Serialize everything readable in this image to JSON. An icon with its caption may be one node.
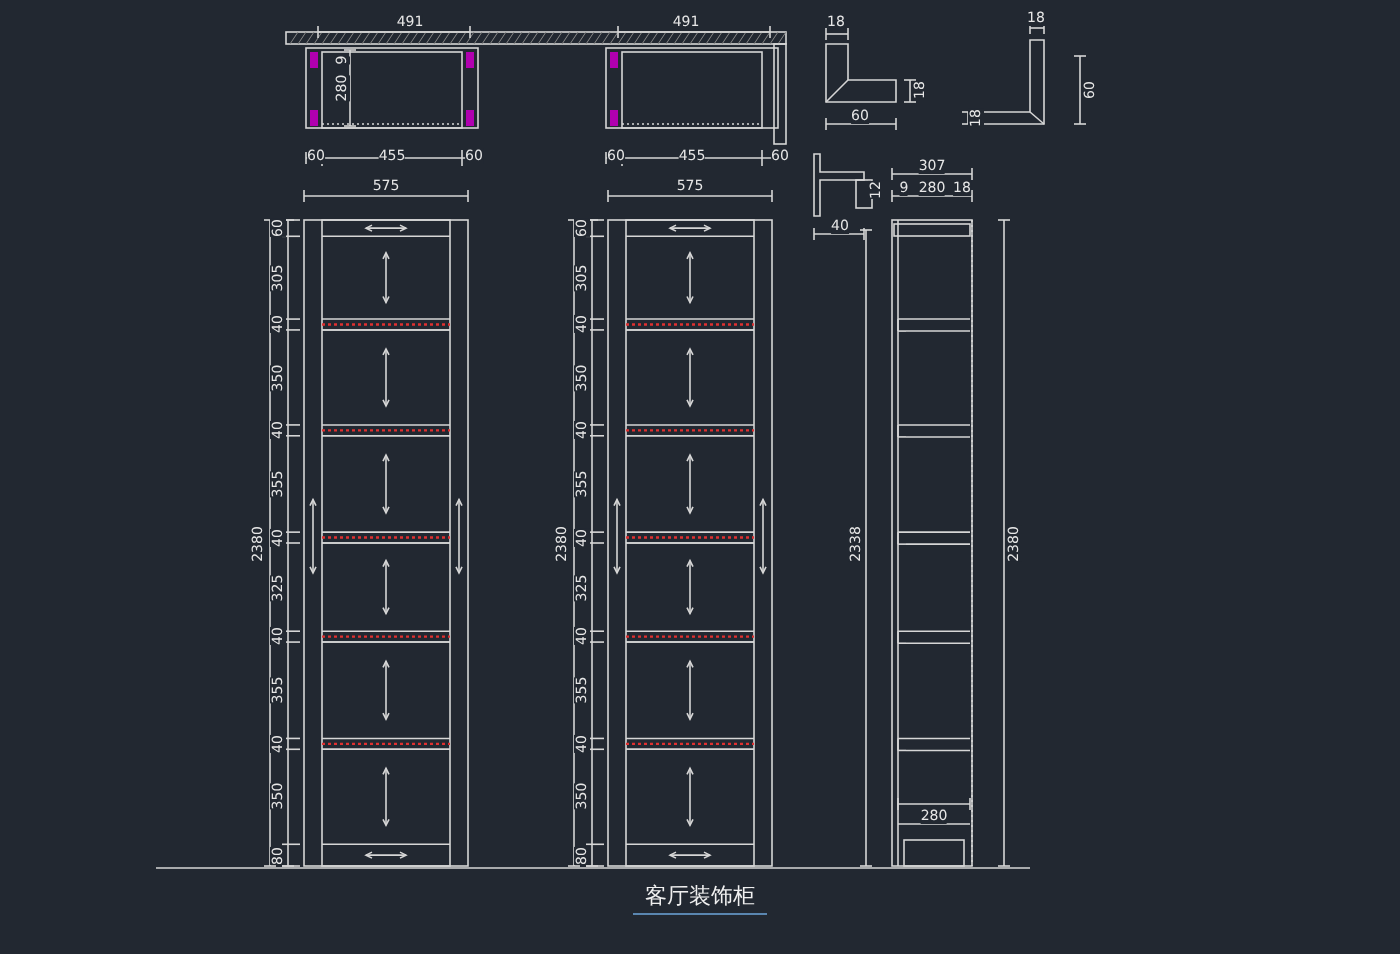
{
  "diagram": {
    "caption": "客厅装饰柜",
    "labels": [
      "491",
      "491",
      "280",
      "9",
      "60",
      "455",
      "60",
      "60",
      "455",
      "60",
      "18",
      "18",
      "60",
      "18",
      "18",
      "60",
      "307",
      "575",
      "575",
      "12",
      "9",
      "280",
      "18",
      "40",
      "2380",
      "60",
      "305",
      "40",
      "350",
      "40",
      "355",
      "40",
      "325",
      "40",
      "355",
      "40",
      "350",
      "80",
      "2380",
      "60",
      "305",
      "40",
      "350",
      "40",
      "355",
      "40",
      "325",
      "40",
      "355",
      "40",
      "350",
      "80",
      "2338",
      "2380",
      "280"
    ]
  }
}
